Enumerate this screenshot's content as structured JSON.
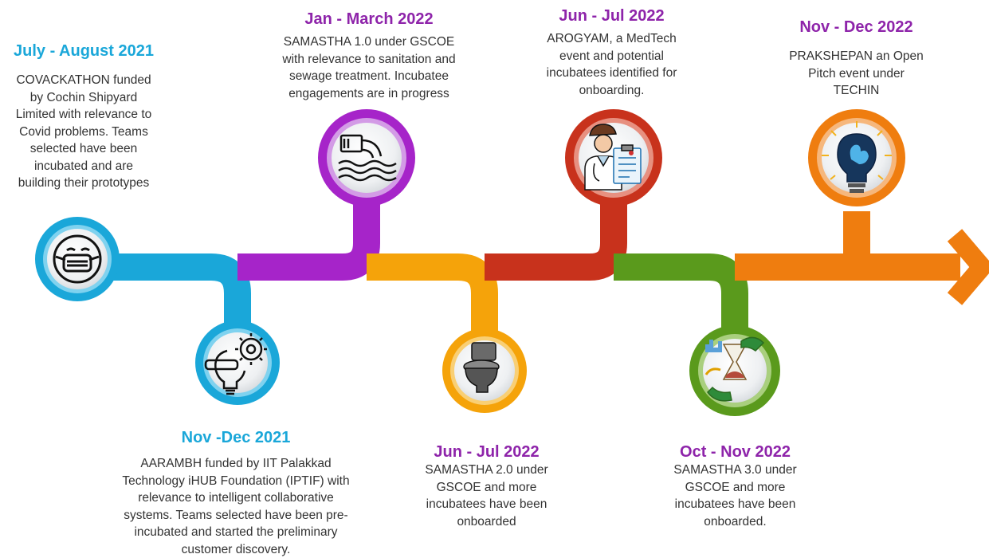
{
  "colors": {
    "blue": "#1aa7d9",
    "purple": "#a624c9",
    "orange_yellow": "#f5a30a",
    "red": "#c8321c",
    "green": "#5a9a1c",
    "orange": "#ef7d0f",
    "date_blue": "#1aa7d9",
    "date_purple": "#8e24aa"
  },
  "milestones": [
    {
      "date": "July - August 2021",
      "description": "COVACKATHON funded\nby Cochin Shipyard\nLimited with relevance to\nCovid problems. Teams\nselected have been\nincubated and are\nbuilding their prototypes",
      "icon": "masked-face-icon"
    },
    {
      "date": "Nov -Dec 2021",
      "description": "AARAMBH funded by IIT Palakkad\nTechnology iHUB Foundation (IPTIF)  with\nrelevance to intelligent collaborative\nsystems. Teams selected have been pre-\nincubated and started the preliminary\ncustomer discovery.",
      "icon": "bulb-gear-icon"
    },
    {
      "date": "Jan - March 2022",
      "description": "SAMASTHA 1.0 under GSCOE\nwith relevance to sanitation and\nsewage treatment. Incubatee\nengagements are in progress",
      "icon": "sewage-pipe-icon"
    },
    {
      "date": "Jun  - Jul 2022",
      "description": "SAMASTHA 2.0 under\nGSCOE and more\nincubatees have been\nonboarded",
      "icon": "toilet-icon"
    },
    {
      "date": "Jun  - Jul 2022",
      "description": "AROGYAM, a MedTech\nevent and potential\nincubatees identified for\nonboarding.",
      "icon": "doctor-clipboard-icon"
    },
    {
      "date": "Oct - Nov 2022",
      "description": "SAMASTHA 3.0 under\nGSCOE and more\nincubatees have been\nonboarded.",
      "icon": "hourglass-environment-icon"
    },
    {
      "date": "Nov - Dec 2022",
      "description": "PRAKSHEPAN an Open\nPitch event under\nTECHIN",
      "icon": "lightbulb-hand-icon"
    }
  ]
}
